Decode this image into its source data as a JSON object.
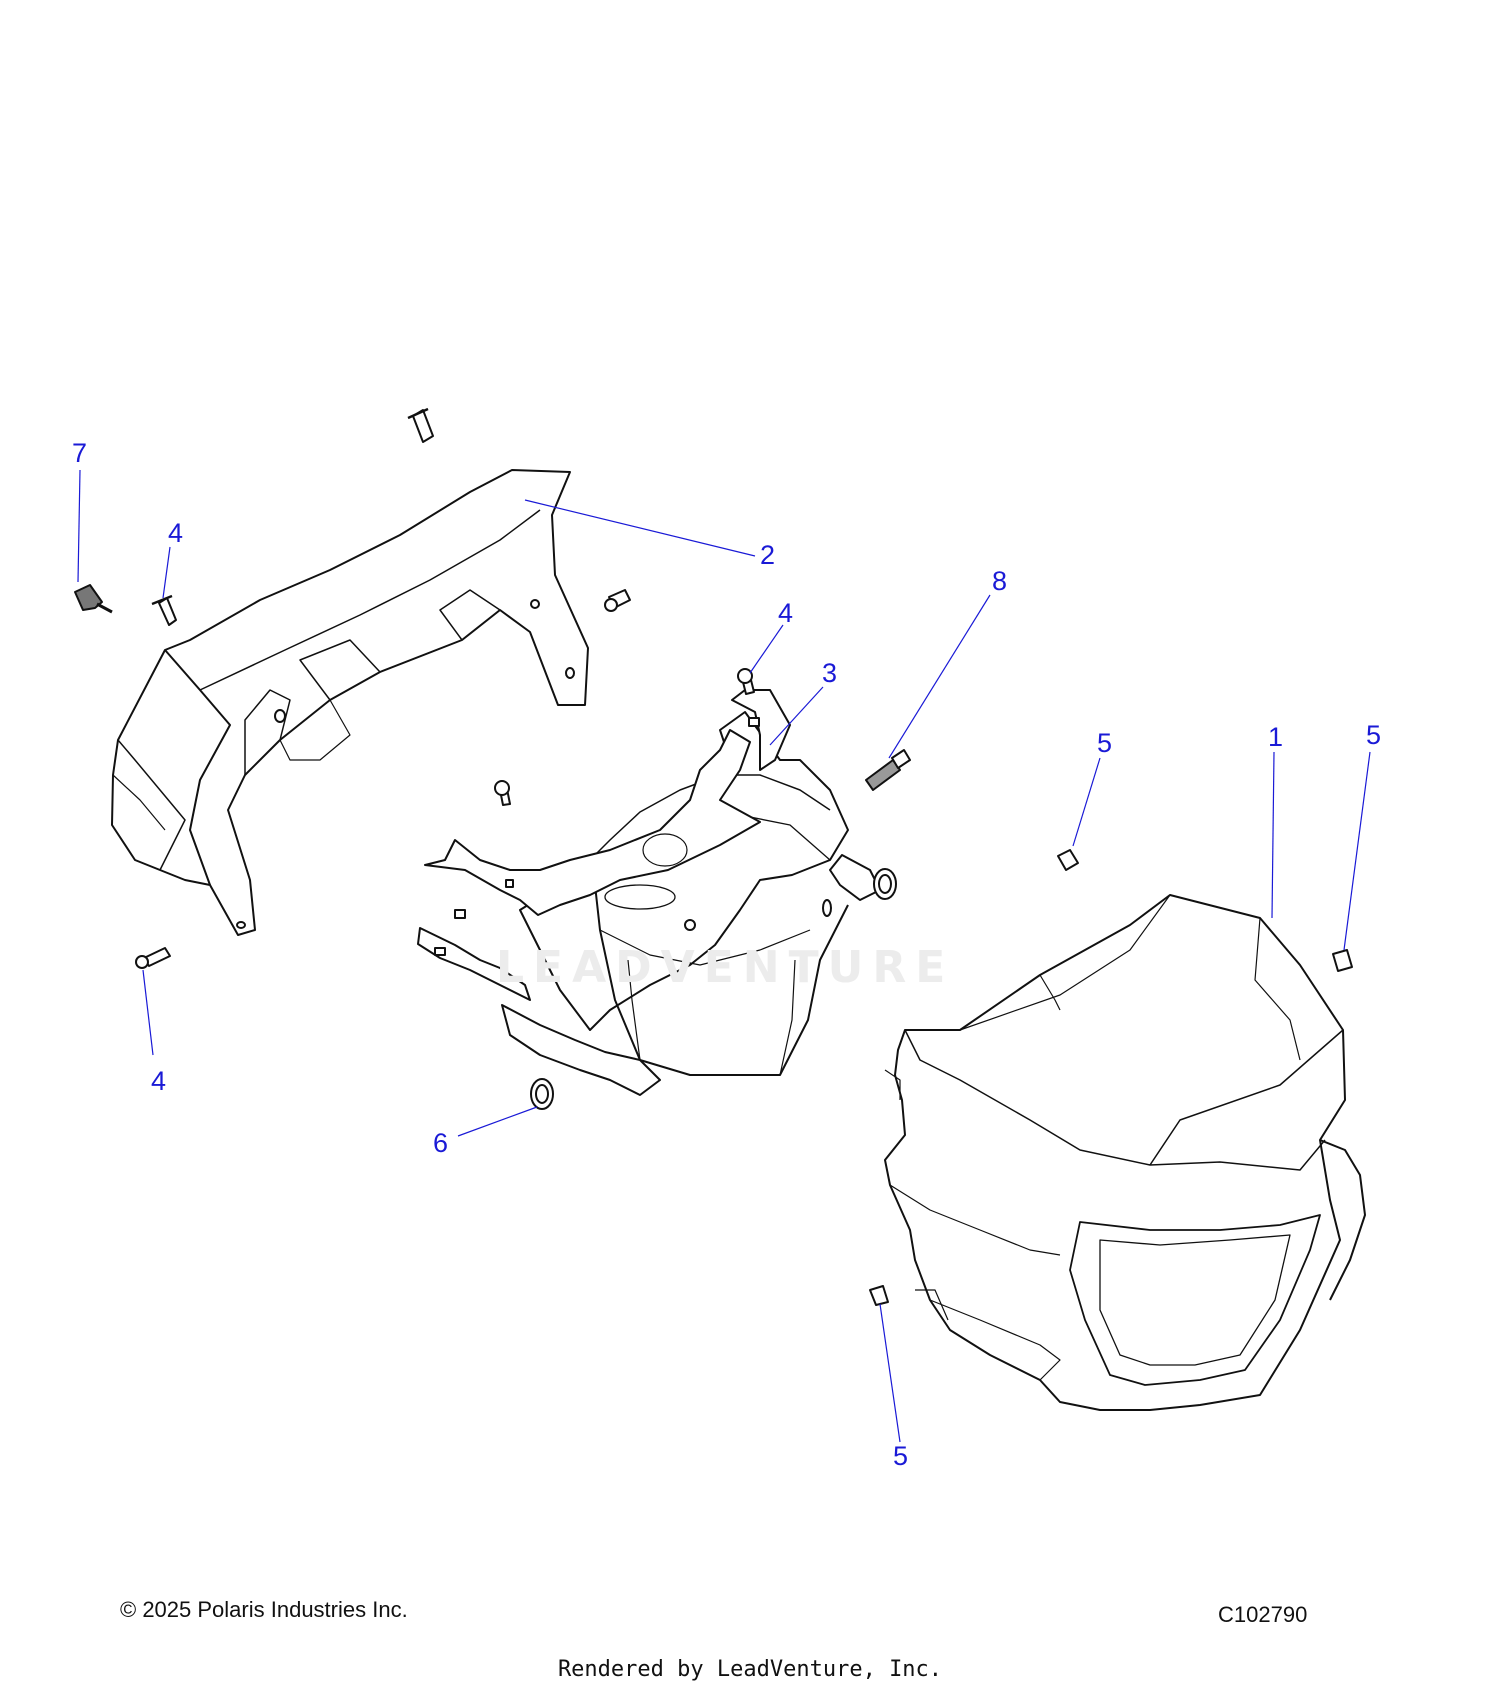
{
  "callouts": [
    "7",
    "4",
    "2",
    "8",
    "4",
    "3",
    "5",
    "1",
    "5",
    "4",
    "6",
    "5"
  ],
  "footer": {
    "copyright": "© 2025 Polaris Industries Inc.",
    "diagram_id": "C102790",
    "rendered_by": "Rendered by LeadVenture, Inc."
  },
  "watermark": "LEADVENTURE",
  "colors": {
    "callout": "#1a1ad6",
    "line": "#1a1ad6",
    "stroke": "#111111"
  }
}
